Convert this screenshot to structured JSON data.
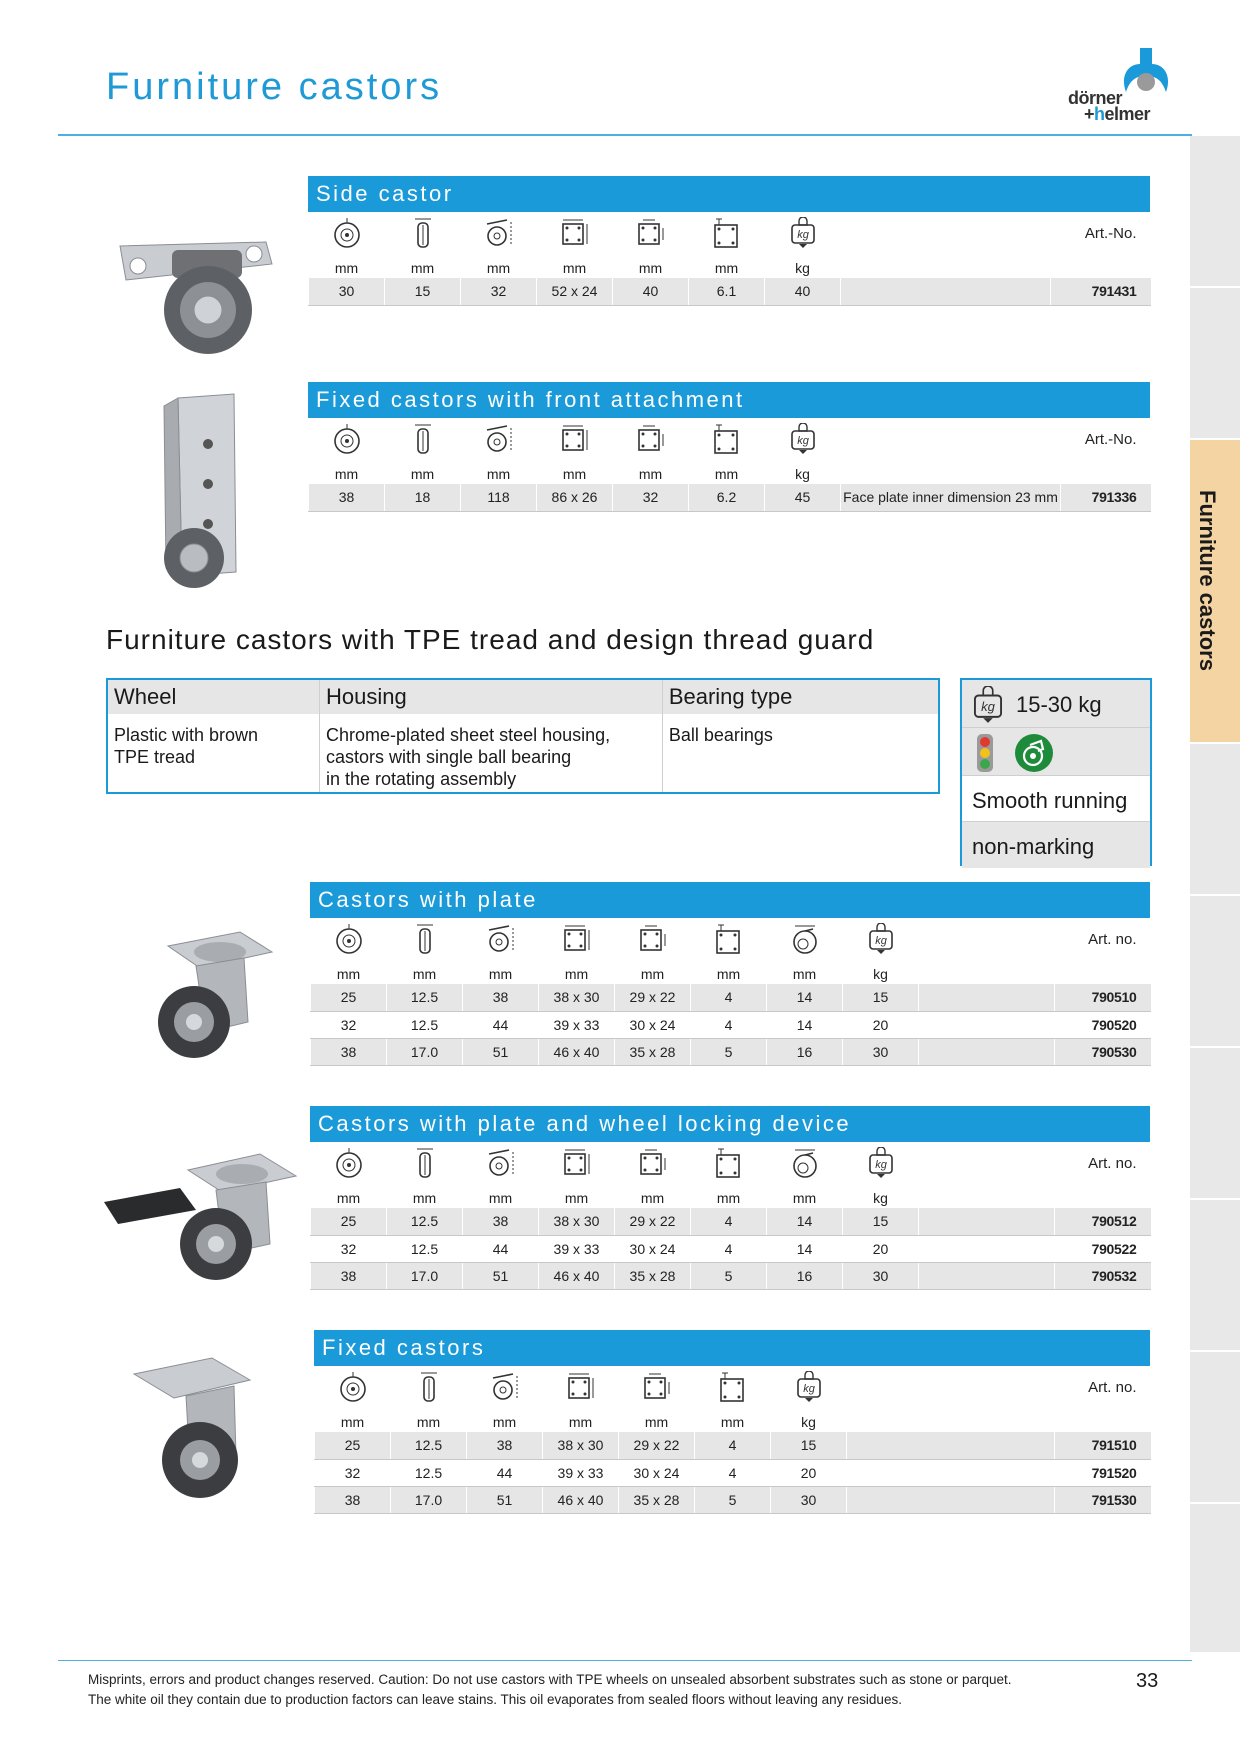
{
  "page": {
    "title": "Furniture castors",
    "side_tab_label": "Furniture castors",
    "page_number": "33",
    "footer": [
      "Misprints, errors and product changes reserved. Caution: Do not use castors with TPE wheels on unsealed absorbent substrates such as stone or parquet.",
      "The white oil they contain due to production factors can leave stains. This oil evaporates from sealed floors without leaving any residues."
    ]
  },
  "logo": {
    "line1": "dörner",
    "line2_plus": "+",
    "line2_accent": "h",
    "line2_rest": "elmer"
  },
  "colors": {
    "accent": "#1a9ad8",
    "tab_active": "#f3d4a2",
    "row_shade": "#e6e6e6"
  },
  "icons": [
    "wheel-diameter-icon",
    "wheel-width-icon",
    "overall-height-icon",
    "plate-size-icon",
    "bolt-hole-spacing-icon",
    "bolt-hole-diameter-icon",
    "swivel-radius-icon",
    "load-capacity-icon"
  ],
  "blocks": [
    {
      "title": "Side castor",
      "art_label": "Art.-No.",
      "units": [
        "mm",
        "mm",
        "mm",
        "mm",
        "mm",
        "mm",
        "kg"
      ],
      "rows": [
        {
          "cells": [
            "30",
            "15",
            "32",
            "52 x 24",
            "40",
            "6.1",
            "40"
          ],
          "note": "",
          "art": "791431"
        }
      ]
    },
    {
      "title": "Fixed castors with front attachment",
      "art_label": "Art.-No.",
      "units": [
        "mm",
        "mm",
        "mm",
        "mm",
        "mm",
        "mm",
        "kg"
      ],
      "rows": [
        {
          "cells": [
            "38",
            "18",
            "118",
            "86 x 26",
            "32",
            "6.2",
            "45"
          ],
          "note": "Face plate inner dimension 23 mm",
          "art": "791336"
        }
      ]
    },
    {
      "title": "Castors with plate",
      "art_label": "Art. no.",
      "units": [
        "mm",
        "mm",
        "mm",
        "mm",
        "mm",
        "mm",
        "mm",
        "kg"
      ],
      "rows": [
        {
          "cells": [
            "25",
            "12.5",
            "38",
            "38 x 30",
            "29 x 22",
            "4",
            "14",
            "15"
          ],
          "art": "790510"
        },
        {
          "cells": [
            "32",
            "12.5",
            "44",
            "39 x 33",
            "30 x 24",
            "4",
            "14",
            "20"
          ],
          "art": "790520"
        },
        {
          "cells": [
            "38",
            "17.0",
            "51",
            "46 x 40",
            "35 x 28",
            "5",
            "16",
            "30"
          ],
          "art": "790530"
        }
      ]
    },
    {
      "title": "Castors with plate and wheel locking device",
      "art_label": "Art. no.",
      "units": [
        "mm",
        "mm",
        "mm",
        "mm",
        "mm",
        "mm",
        "mm",
        "kg"
      ],
      "rows": [
        {
          "cells": [
            "25",
            "12.5",
            "38",
            "38 x 30",
            "29 x 22",
            "4",
            "14",
            "15"
          ],
          "art": "790512"
        },
        {
          "cells": [
            "32",
            "12.5",
            "44",
            "39 x 33",
            "30 x 24",
            "4",
            "14",
            "20"
          ],
          "art": "790522"
        },
        {
          "cells": [
            "38",
            "17.0",
            "51",
            "46 x 40",
            "35 x 28",
            "5",
            "16",
            "30"
          ],
          "art": "790532"
        }
      ]
    },
    {
      "title": "Fixed castors",
      "art_label": "Art. no.",
      "units": [
        "mm",
        "mm",
        "mm",
        "mm",
        "mm",
        "mm",
        "kg"
      ],
      "rows": [
        {
          "cells": [
            "25",
            "12.5",
            "38",
            "38 x 30",
            "29 x 22",
            "4",
            "15"
          ],
          "art": "791510"
        },
        {
          "cells": [
            "32",
            "12.5",
            "44",
            "39 x 33",
            "30 x 24",
            "4",
            "20"
          ],
          "art": "791520"
        },
        {
          "cells": [
            "38",
            "17.0",
            "51",
            "46 x 40",
            "35 x 28",
            "5",
            "30"
          ],
          "art": "791530"
        }
      ]
    }
  ],
  "section": {
    "title": "Furniture castors with TPE tread and design thread guard",
    "headers": [
      "Wheel",
      "Housing",
      "Bearing type"
    ],
    "values": [
      [
        "Plastic with brown",
        "TPE tread"
      ],
      [
        "Chrome-plated sheet steel housing,",
        "castors with single ball bearing",
        "in the rotating assembly"
      ],
      [
        "Ball bearings"
      ]
    ]
  },
  "badges": {
    "load": "15-30 kg",
    "features": [
      "Smooth running",
      "non-marking"
    ]
  }
}
